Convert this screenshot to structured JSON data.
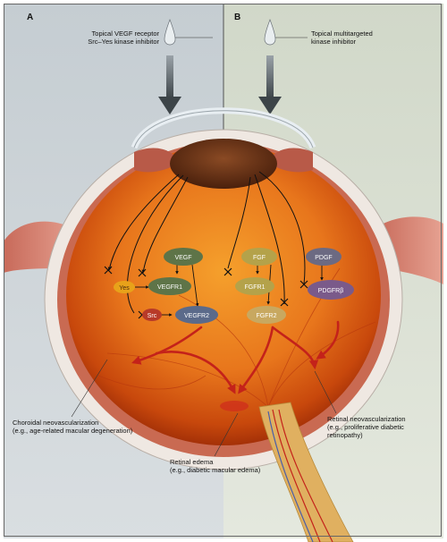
{
  "panels": {
    "a": {
      "letter": "A",
      "label_lines": [
        "Topical VEGF receptor",
        "Src–Yes kinase inhibitor"
      ]
    },
    "b": {
      "letter": "B",
      "label_lines": [
        "Topical multitargeted",
        "kinase inhibitor"
      ]
    }
  },
  "nodes": {
    "vegf": "VEGF",
    "fgf": "FGF",
    "pdgf": "PDGF",
    "yes": "Yes",
    "vegfr1": "VEGFR1",
    "fgfr1": "FGFR1",
    "src": "Src",
    "vegfr2": "VEGFR2",
    "fgfr2": "FGFR2",
    "pdgfrb": "PDGFRβ"
  },
  "outcomes": {
    "choroidal": [
      "Choroidal neovascularization",
      "(e.g., age-related macular degeneration)"
    ],
    "retinal_neo": [
      "Retinal neovascularization",
      "(e.g., proliferative diabetic",
      "retinopathy)"
    ],
    "retinal_edema": [
      "Retinal edema",
      "(e.g., diabetic macular edema)"
    ]
  },
  "colors": {
    "vitreous": "#e8761c",
    "vitreous_dark": "#b23a08",
    "vegf_node": "#5e7448",
    "fgf_node": "#b4a24a",
    "pdgf_node": "#6c6a82",
    "yes_node": "#e8a21a",
    "src_node": "#b83a28",
    "lens": "#6b3418",
    "sclera": "#e9e3dd",
    "arrow_red": "#c4221a"
  }
}
